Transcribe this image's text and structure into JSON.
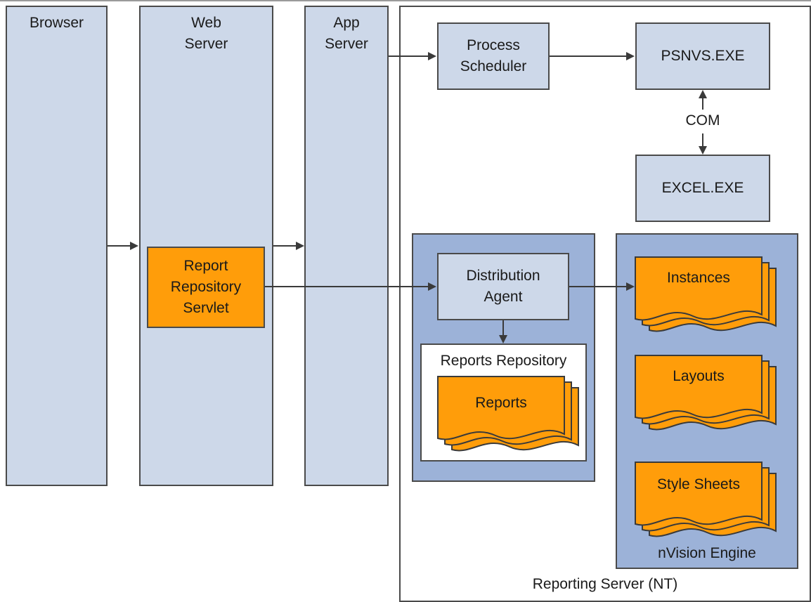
{
  "columns": {
    "browser": "Browser",
    "web_server": "Web\nServer",
    "app_server": "App\nServer"
  },
  "servlet": "Report\nRepository\nServlet",
  "reporting_server": "Reporting Server (NT)",
  "process_scheduler": "Process\nScheduler",
  "psnvs": "PSNVS.EXE",
  "com": "COM",
  "excel": "EXCEL.EXE",
  "distribution_agent": "Distribution\nAgent",
  "reports_repository": "Reports Repository",
  "reports": "Reports",
  "instances": "Instances",
  "layouts": "Layouts",
  "style_sheets": "Style Sheets",
  "nvision_engine": "nVision Engine",
  "colors": {
    "column_fill": "#cdd8e9",
    "group_fill": "#9cb2d8",
    "document_fill": "#ff9d0a",
    "stroke": "#4a4a4a"
  }
}
